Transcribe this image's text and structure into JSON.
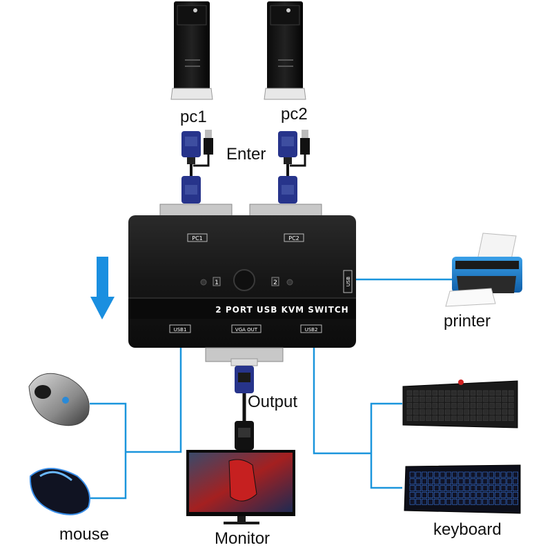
{
  "labels": {
    "pc1": "pc1",
    "pc2": "pc2",
    "enter": "Enter",
    "output": "Output",
    "printer": "printer",
    "mouse": "mouse",
    "monitor": "Monitor",
    "keyboard": "keyboard"
  },
  "kvm": {
    "title": "2 PORT USB KVM SWITCH",
    "port_pc1": "PC1",
    "port_pc2": "PC2",
    "button_1": "1",
    "button_2": "2",
    "side_port": "USB",
    "usb1": "USB1",
    "vga_out": "VGA OUT",
    "usb2": "USB2"
  },
  "colors": {
    "connector_line": "#1a95dc",
    "arrow": "#1a8fe0",
    "kvm_body": "#1b1b1b",
    "vga_connector": "#27348b"
  },
  "icons": {
    "arrow": "down-arrow-icon",
    "pc": "desktop-tower-icon",
    "mouse": "mouse-icon",
    "keyboard": "keyboard-icon",
    "printer": "printer-icon",
    "monitor": "monitor-icon"
  }
}
